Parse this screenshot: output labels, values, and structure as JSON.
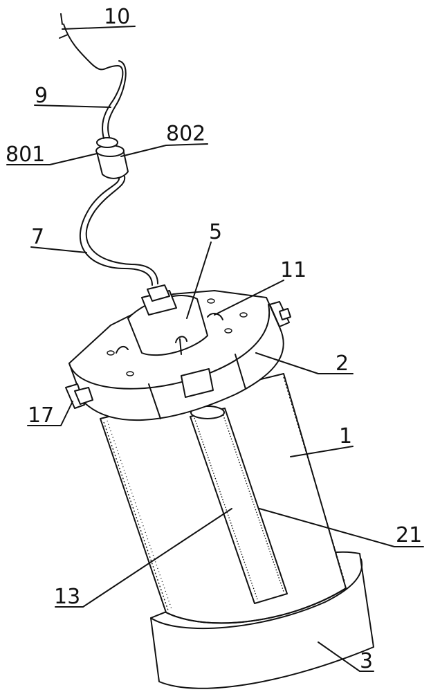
{
  "figure": {
    "reference_numerals": [
      "10",
      "9",
      "801",
      "802",
      "7",
      "5",
      "11",
      "2",
      "17",
      "1",
      "21",
      "13",
      "3"
    ]
  }
}
